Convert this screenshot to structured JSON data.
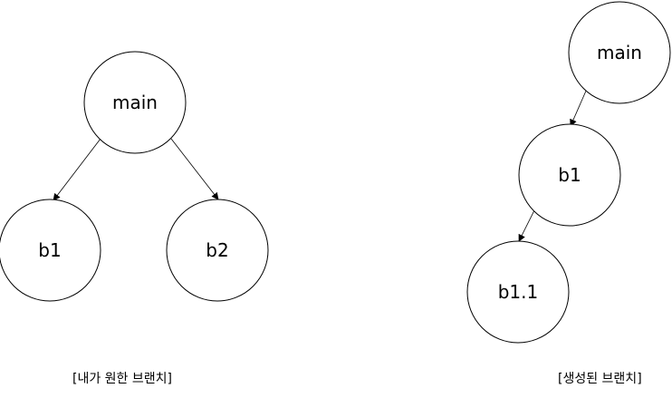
{
  "left_diagram": {
    "caption": "[내가 원한 브랜치]",
    "nodes": {
      "main": "main",
      "b1": "b1",
      "b2": "b2"
    }
  },
  "right_diagram": {
    "caption": "[생성된 브랜치]",
    "nodes": {
      "main": "main",
      "b1": "b1",
      "b1_1": "b1.1"
    }
  },
  "colors": {
    "stroke": "#000000",
    "fill": "#ffffff",
    "background": "#ffffff"
  }
}
